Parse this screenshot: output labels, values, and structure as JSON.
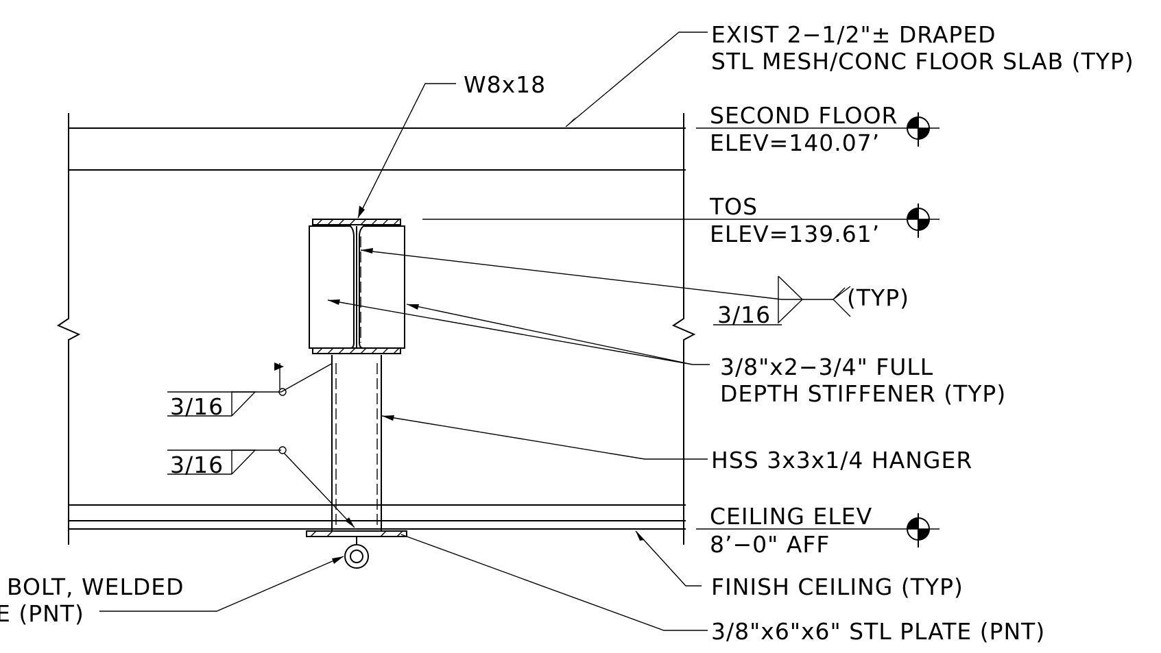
{
  "labels": {
    "slab_line1": "EXIST 2−1/2\"± DRAPED",
    "slab_line2": "STL MESH/CONC FLOOR SLAB (TYP)",
    "beam": "W8x18",
    "floor_name": "SECOND FLOOR",
    "floor_elev": "ELEV=140.07’",
    "tos_name": "TOS",
    "tos_elev": "ELEV=139.61’",
    "weld_size_right": "3/16",
    "weld_typ": "(TYP)",
    "stiffener_line1": "3/8\"x2−3/4\" FULL",
    "stiffener_line2": "DEPTH STIFFENER (TYP)",
    "weld_size_left_upper": "3/16",
    "weld_size_left_lower": "3/16",
    "hanger": "HSS 3x3x1/4 HANGER",
    "ceiling_name": "CEILING ELEV",
    "ceiling_elev": "8’−0\" AFF",
    "finish_ceiling": "FINISH CEILING (TYP)",
    "eye_bolt_line1": "BOLT, WELDED",
    "eye_bolt_line2": "E (PNT)",
    "plate": "3/8\"x6\"x6\" STL PLATE (PNT)"
  },
  "colors": {
    "line": "#000000",
    "background": "#ffffff"
  }
}
